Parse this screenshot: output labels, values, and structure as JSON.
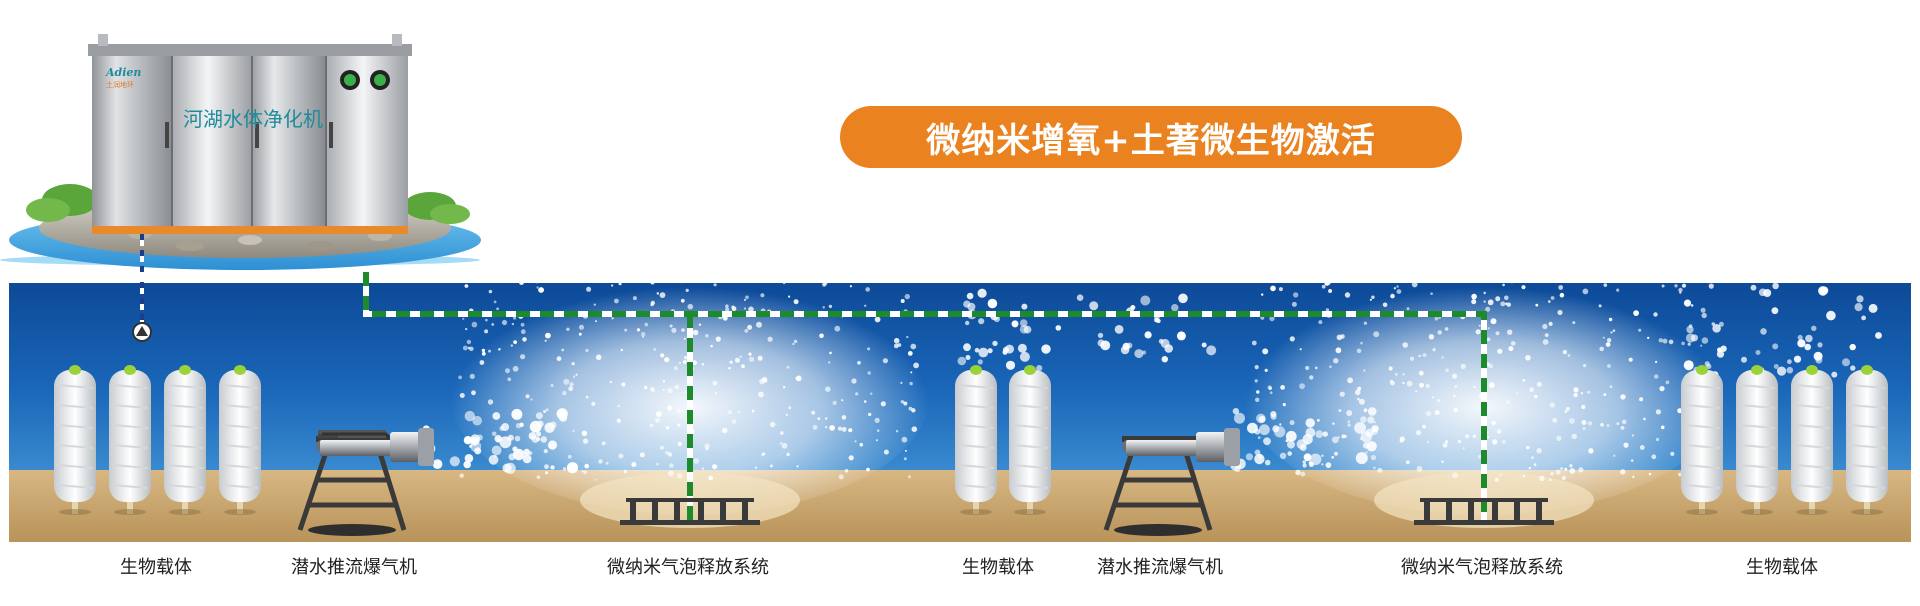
{
  "header": {
    "title": "微纳米增氧+土著微生物激活"
  },
  "machine": {
    "label": "河湖水体净化机",
    "brand": "Adien",
    "brand_sub": "土润地环"
  },
  "captions": [
    "生物载体",
    "潜水推流爆气机",
    "微纳米气泡释放系统",
    "生物载体",
    "潜水推流爆气机",
    "微纳米气泡释放系统",
    "生物载体"
  ],
  "colors": {
    "accent_orange": "#ea8220",
    "water_deep": "#0c4f9e",
    "water_light": "#2e7fc9",
    "sand": "#c9a874",
    "pipe_green": "#1d8a2c",
    "caption_text": "#222222"
  }
}
